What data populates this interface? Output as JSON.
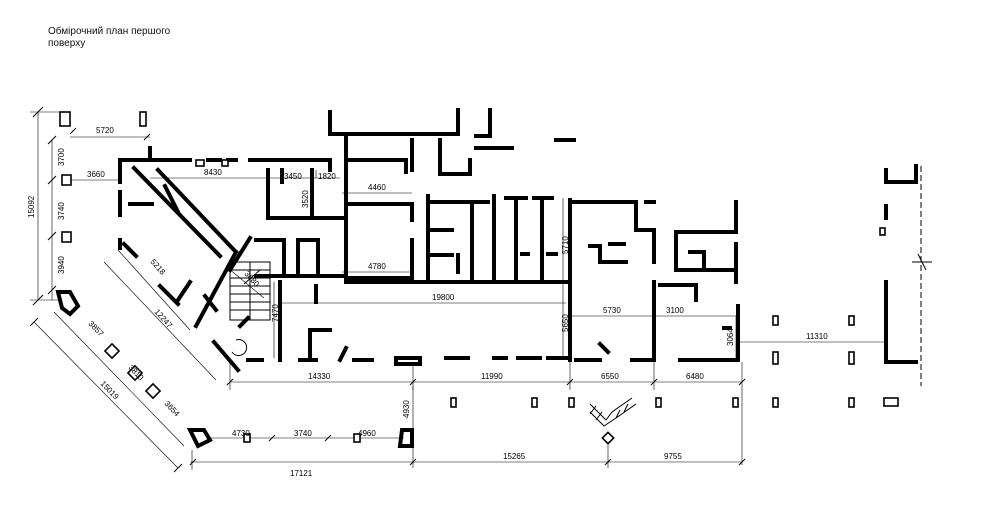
{
  "title": "Обмірочний план першого поверху",
  "dimensions": {
    "d5720": "5720",
    "d3700": "3700",
    "d3660": "3660",
    "d15092": "15092",
    "d3740v": "3740",
    "d3940": "3940",
    "d8430": "8430",
    "d3450": "3450",
    "d1820": "1820",
    "d3520": "3520",
    "d4460": "4460",
    "d4780": "4780",
    "d5218": "5218",
    "d3680": "3680",
    "d12247": "12247",
    "d7470": "7470",
    "d19800": "19800",
    "d5710": "5710",
    "d5650": "5650",
    "d5730": "5730",
    "d3100": "3100",
    "d3064": "3064",
    "d11310": "11310",
    "d3857": "3857",
    "d3810": "3810",
    "d3654": "3654",
    "d15019": "15019",
    "d14330": "14330",
    "d11990": "11990",
    "d6550": "6550",
    "d6480": "6480",
    "d4930": "4930",
    "d4730": "4730",
    "d3740h": "3740",
    "d4960": "4960",
    "d17121": "17121",
    "d15265": "15265",
    "d9755": "9755"
  }
}
